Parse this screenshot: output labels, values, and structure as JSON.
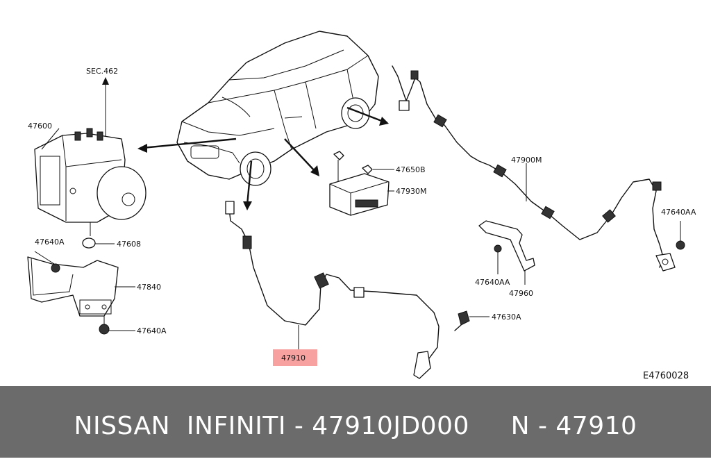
{
  "labels": {
    "sec": "SEC.462",
    "p47600": "47600",
    "p47640A_top": "47640A",
    "p47608": "47608",
    "p47840": "47840",
    "p47640A_bottom": "47640A",
    "p47650B": "47650B",
    "p47930M": "47930M",
    "p47900M": "47900M",
    "p47640AA_right": "47640AA",
    "p47640AA_mid": "47640AA",
    "p47960": "47960",
    "p47630A": "47630A",
    "p47910": "47910",
    "diagram_code": "E4760028"
  },
  "highlight_color": "#f7a1a1",
  "footer": {
    "text": "NISSAN  INFINITI - 47910JD000     N - 47910",
    "background": "#6b6b6b"
  }
}
